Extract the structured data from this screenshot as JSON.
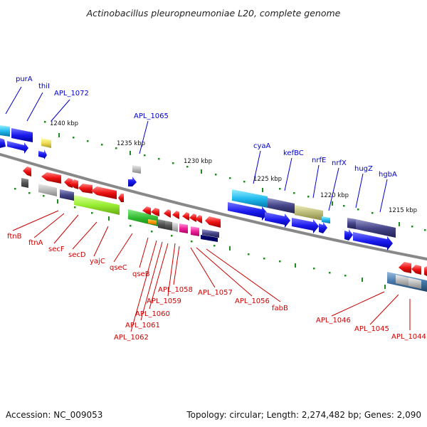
{
  "title": "Actinobacillus pleuropneumoniae L20, complete genome",
  "footer": {
    "accession": "Accession: NC_009053",
    "summary": "Topology: circular; Length: 2,274,482 bp; Genes: 2,090"
  },
  "ticks": [
    "1240 kbp",
    "1235 kbp",
    "1230 kbp",
    "1225 kbp",
    "1220 kbp",
    "1215 kbp"
  ],
  "labels_top": [
    "purA",
    "thiI",
    "APL_1072",
    "APL_1065",
    "cyaA",
    "kefBC",
    "nrfE",
    "nrfX",
    "hugZ",
    "hgbA"
  ],
  "labels_bottom": [
    "ftnB",
    "ftnA",
    "secF",
    "secD",
    "yajC",
    "qseC",
    "qseB",
    "APL_1058",
    "APL_1059",
    "APL_1060",
    "APL_1061",
    "APL_1062",
    "APL_1057",
    "APL_1056",
    "fabB",
    "APL_1046",
    "APL_1045",
    "APL_1044"
  ],
  "colors": {
    "backbone": "#888888",
    "forward_gene": "#1a1aee",
    "reverse_gene": "#ee1111",
    "tick": "#228b22",
    "top_label": "#0000cc",
    "bottom_label": "#cc0000"
  }
}
